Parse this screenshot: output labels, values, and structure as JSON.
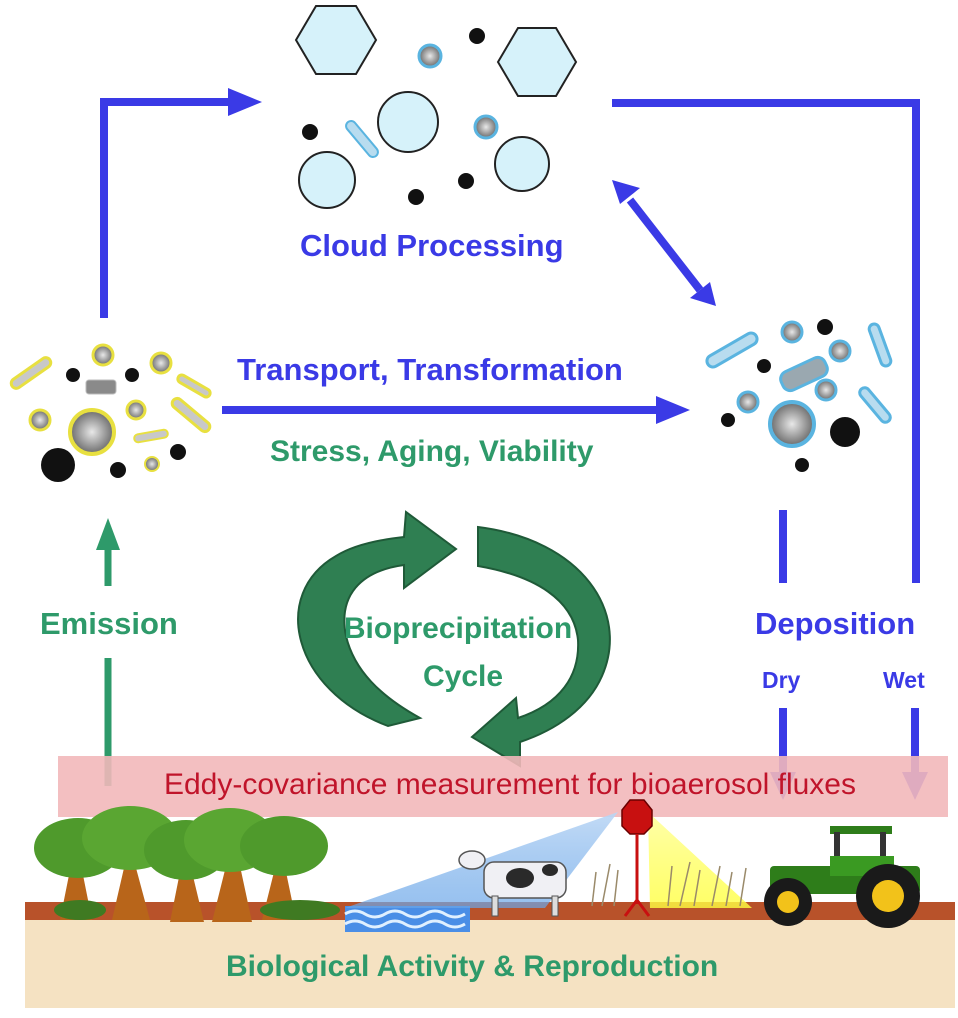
{
  "labels": {
    "cloud_processing": "Cloud Processing",
    "transport": "Transport, Transformation",
    "stress": "Stress, Aging, Viability",
    "emission": "Emission",
    "cycle_line1": "Bioprecipitation",
    "cycle_line2": "Cycle",
    "deposition": "Deposition",
    "dry": "Dry",
    "wet": "Wet",
    "eddy": "Eddy-covariance measurement for bioaerosol fluxes",
    "bio_activity": "Biological Activity & Reproduction"
  },
  "colors": {
    "flow_arrow": "#3a3ae6",
    "emission_arrow": "#2e9a6a",
    "cycle_arrow": "#2f7f52",
    "band": "#f2b8ba",
    "eddy_text": "#c0142a",
    "sensor": "#c81010",
    "soil": "#f5e2c2",
    "tree_foliage": "#4f9a2c",
    "tree_trunk": "#b8651a",
    "tractor": "#2e7d1a",
    "water": "#4a8ee6"
  },
  "icons": [
    "hexagon-ice-crystal",
    "cloud-droplet",
    "soot-particle",
    "bacterium",
    "pollen-grain",
    "tree-icon",
    "cow-icon",
    "tractor-icon",
    "sensor-icon"
  ]
}
